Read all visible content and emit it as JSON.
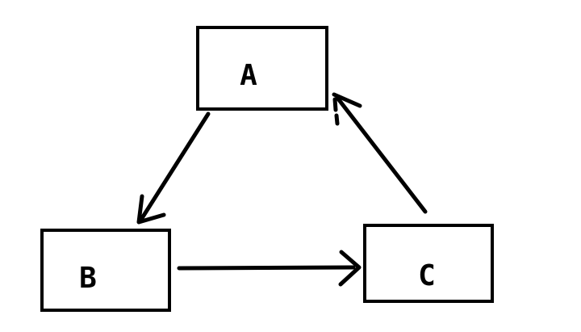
{
  "canvas": {
    "background_color": "#ffffff",
    "ink_color": "#000000"
  },
  "diagram": {
    "type": "directed-graph",
    "style": "hand-drawn",
    "nodes": [
      {
        "id": "A",
        "label": "A"
      },
      {
        "id": "B",
        "label": "B"
      },
      {
        "id": "C",
        "label": "C"
      }
    ],
    "edges": [
      {
        "from": "A",
        "to": "B"
      },
      {
        "from": "B",
        "to": "C"
      },
      {
        "from": "C",
        "to": "A"
      }
    ]
  }
}
